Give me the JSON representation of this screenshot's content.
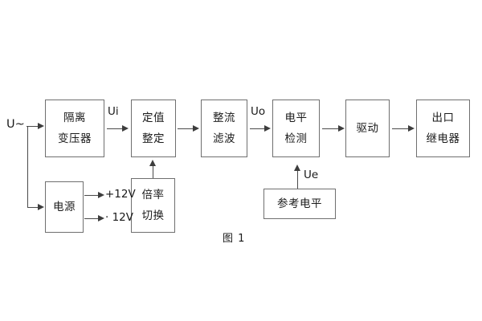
{
  "figure": {
    "caption": "图 1",
    "blocks": [
      {
        "id": "isolation-transformer",
        "lines": [
          "隔离",
          "变压器"
        ]
      },
      {
        "id": "setting-value",
        "lines": [
          "定值",
          "整定"
        ]
      },
      {
        "id": "rectify-filter",
        "lines": [
          "整流",
          "滤波"
        ]
      },
      {
        "id": "level-detect",
        "lines": [
          "电平",
          "检测"
        ]
      },
      {
        "id": "drive",
        "lines": [
          "驱动"
        ]
      },
      {
        "id": "output-relay",
        "lines": [
          "出口",
          "继电器"
        ]
      },
      {
        "id": "power-supply",
        "lines": [
          "电源"
        ]
      },
      {
        "id": "multiplier-switch",
        "lines": [
          "倍率",
          "切换"
        ]
      },
      {
        "id": "reference-level",
        "lines": [
          "参考电平"
        ]
      }
    ],
    "signals": {
      "input": "U~",
      "ui": "Ui",
      "uo": "Uo",
      "ue": "Ue",
      "rail_pos": "+12V",
      "rail_neg": "· 12V"
    },
    "colors": {
      "box_border": "#6f6f6f",
      "line": "#4a4a4a",
      "text": "#1a1a1a",
      "background": "#ffffff"
    }
  }
}
